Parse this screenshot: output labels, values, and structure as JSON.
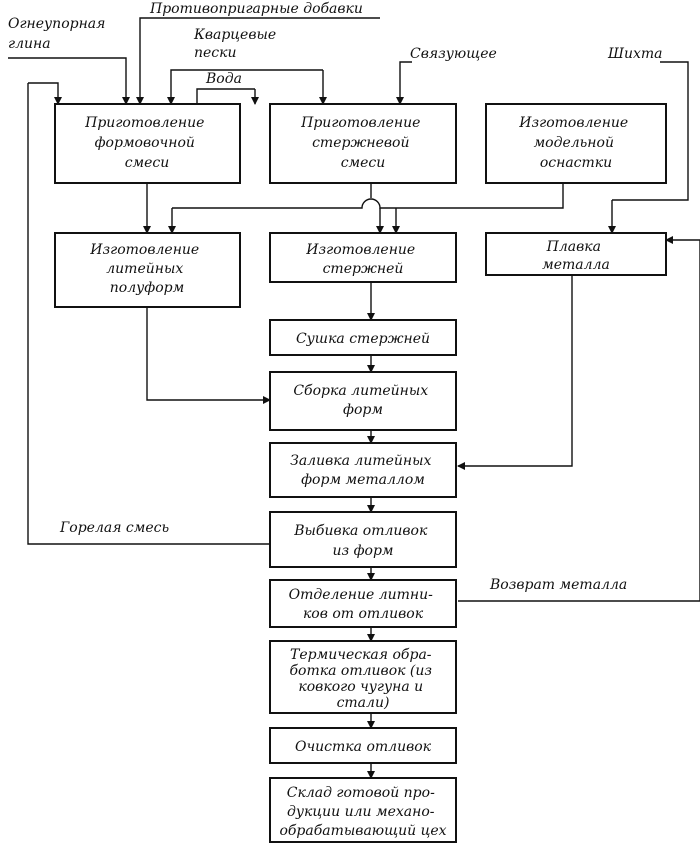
{
  "inputs": {
    "refractory_clay": [
      "Огнеупорная",
      "глина"
    ],
    "anti_burn_additives": [
      "Противопригарные добавки"
    ],
    "quartz_sand": [
      "Кварцевые",
      "пески"
    ],
    "water": [
      "Вода"
    ],
    "binder": [
      "Связующее"
    ],
    "charge": [
      "Шихта"
    ]
  },
  "boxes": {
    "prep_molding_mix": [
      "Приготовление",
      "формовочной",
      "смеси"
    ],
    "prep_core_mix": [
      "Приготовление",
      "стержневой",
      "смеси"
    ],
    "make_pattern_tooling": [
      "Изготовление",
      "модельной",
      "оснастки"
    ],
    "make_half_molds": [
      "Изготовление",
      "литейных",
      "полуформ"
    ],
    "make_cores": [
      "Изготовление",
      "стержней"
    ],
    "melting": [
      "Плавка",
      "металла"
    ],
    "core_drying": [
      "Сушка стержней"
    ],
    "mold_assembly": [
      "Сборка литейных",
      "форм"
    ],
    "pouring": [
      "Заливка литейных",
      "форм металлом"
    ],
    "knockout": [
      "Выбивка отливок",
      "из форм"
    ],
    "gate_removal": [
      "Отделение литни-",
      "ков от отливок"
    ],
    "heat_treatment": [
      "Термическая обра-",
      "ботка отливок (из",
      "ковкого чугуна и",
      "стали)"
    ],
    "cleaning": [
      "Очистка отливок"
    ],
    "warehouse": [
      "Склад готовой про-",
      "дукции или механо-",
      "обрабатывающий цех"
    ]
  },
  "feedback": {
    "burnt_sand": [
      "Горелая смесь"
    ],
    "metal_return": [
      "Возврат металла"
    ]
  }
}
